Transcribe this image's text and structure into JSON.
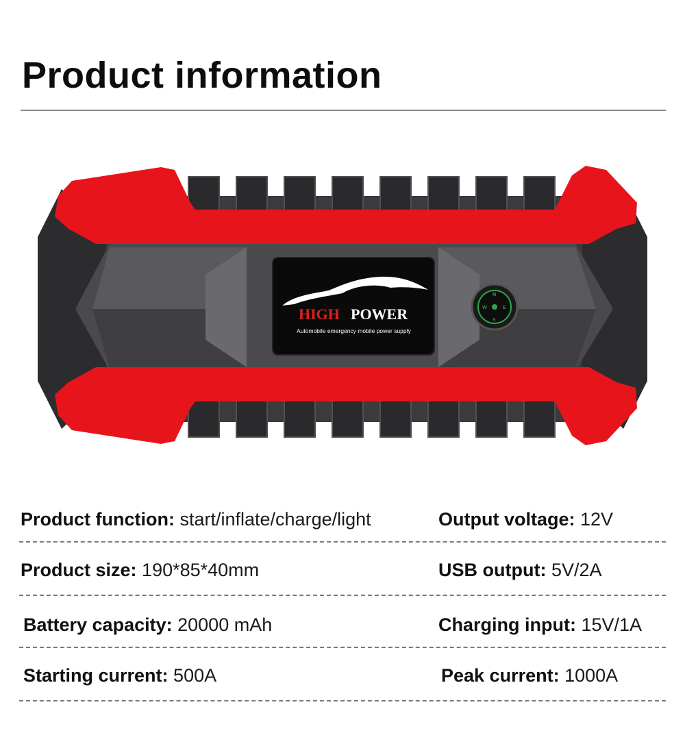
{
  "page": {
    "title": "Product information"
  },
  "product_image": {
    "brand_word_1": "HIGH",
    "brand_word_2": "POWER",
    "tagline": "Automobile emergency mobile power supply",
    "colors": {
      "shell_red": "#e8141b",
      "body_dark": "#3a3a3c",
      "body_mid": "#4d4d50",
      "screen": "#0a0a0a",
      "brand_red": "#e02020"
    },
    "icons": [
      "car-silhouette-icon",
      "compass-icon"
    ]
  },
  "specs": [
    {
      "left": {
        "label": "Product function:",
        "value": "start/inflate/charge/light"
      },
      "right": {
        "label": "Output voltage:",
        "value": "12V"
      }
    },
    {
      "left": {
        "label": "Product size:",
        "value": "190*85*40mm"
      },
      "right": {
        "label": "USB output:",
        "value": "5V/2A"
      }
    },
    {
      "left": {
        "label": "Battery capacity:",
        "value": "20000 mAh"
      },
      "right": {
        "label": "Charging input:",
        "value": "15V/1A"
      }
    },
    {
      "left": {
        "label": "Starting current:",
        "value": "500A"
      },
      "right": {
        "label": "Peak current:",
        "value": "1000A"
      }
    }
  ]
}
